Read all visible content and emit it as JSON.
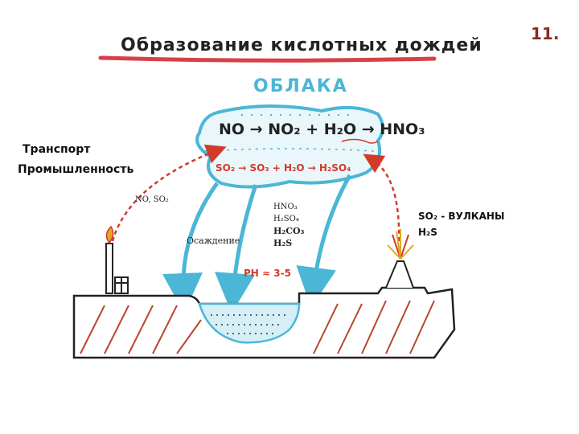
{
  "title": "Образование кислотных дождей",
  "page_number": "11.",
  "clouds_label": "ОБЛАКА",
  "sources": {
    "transport": "Транспорт",
    "industry": "Промышленность",
    "emission": "NO, SO₂"
  },
  "reactions": {
    "nitrogen": "NO → NO₂ + H₂O → HNO₃",
    "sulfur": "SO₂ → SO₃ + H₂O → H₂SO₄"
  },
  "precipitation": "Осаждение",
  "acids": [
    "HNO₃",
    "H₂SO₄",
    "H₂CO₃",
    "H₂S"
  ],
  "ph_label": "PH ≈ 3-5",
  "volcano": {
    "gas1": "SO₂ - ВУЛКАНЫ",
    "gas2": "H₂S"
  },
  "colors": {
    "cloud_outline": "#4bb6d6",
    "acid_red": "#d23a2a",
    "ground_hatch": "#b6462e",
    "title_underline": "#d8404a"
  }
}
